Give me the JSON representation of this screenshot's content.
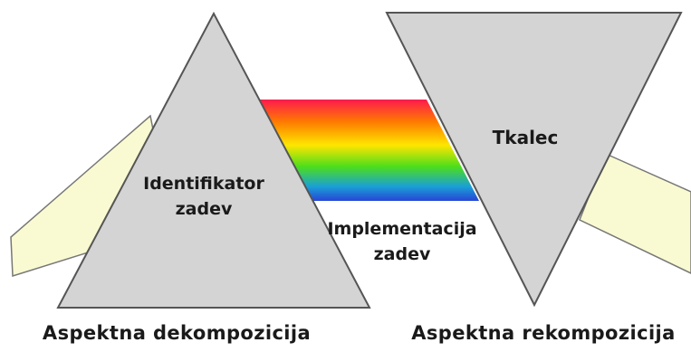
{
  "colors": {
    "prism_fill": "#d4d4d4",
    "prism_stroke": "#555555",
    "beam_fill": "#fafad2",
    "beam_stroke": "#777777",
    "spectrum": [
      "#ff1a4d",
      "#ff7a00",
      "#ffe600",
      "#4dde1a",
      "#1a9fd6",
      "#2845d6"
    ]
  },
  "labels": {
    "aspect_identifier": "Identifikator\nzadev",
    "implementation": "Implementacija\nzadev",
    "weaver": "Tkalec",
    "decomposition": "Aspektna dekompozicija",
    "recomposition": "Aspektna rekompozicija"
  },
  "icons": {
    "left_prism": "triangle-up-prism",
    "right_prism": "triangle-down-prism",
    "incoming_beam": "light-beam",
    "outgoing_beam": "light-beam",
    "spectrum_band": "rainbow-spectrum"
  }
}
